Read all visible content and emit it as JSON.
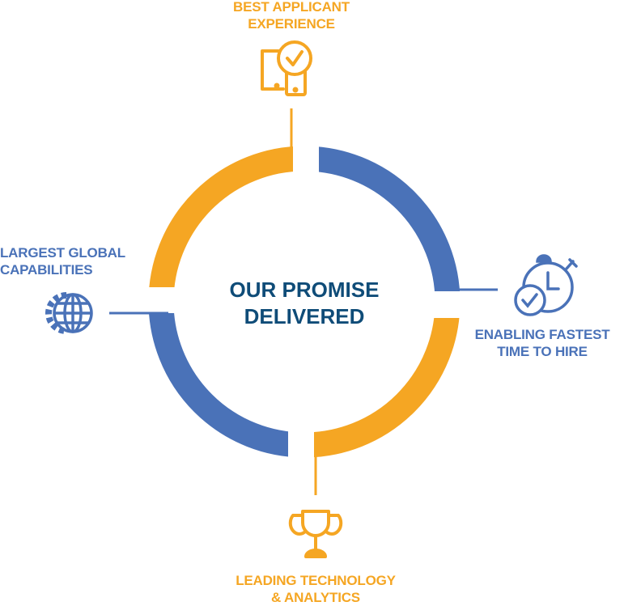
{
  "center_title": {
    "line1": "OUR PROMISE",
    "line2": "DELIVERED"
  },
  "colors": {
    "orange": "#F5A623",
    "blue": "#4A72B8",
    "navy": "#0F4C78"
  },
  "pillars": [
    {
      "line1": "BEST APPLICANT",
      "line2": "EXPERIENCE",
      "icon": "mobile-devices-check-icon",
      "color": "orange"
    },
    {
      "line1": "ENABLING FASTEST",
      "line2": "TIME TO HIRE",
      "icon": "stopwatch-check-icon",
      "color": "blue"
    },
    {
      "line1": "LEADING TECHNOLOGY",
      "line2": "& ANALYTICS",
      "icon": "trophy-icon",
      "color": "orange"
    },
    {
      "line1": "LARGEST GLOBAL",
      "line2": "CAPABILITIES",
      "icon": "globe-gear-icon",
      "color": "blue"
    }
  ]
}
